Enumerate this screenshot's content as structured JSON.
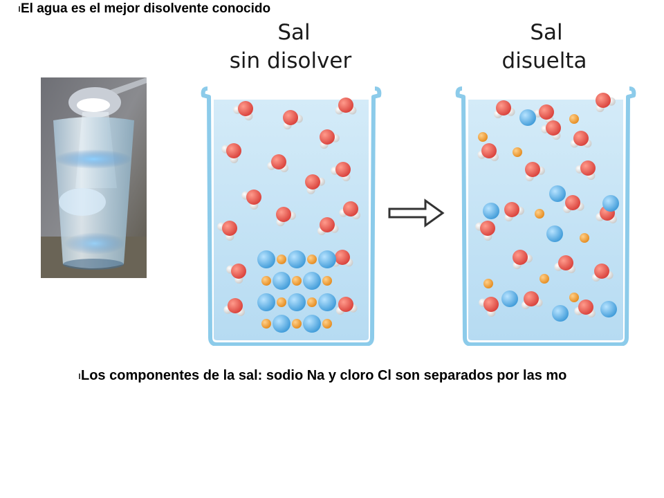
{
  "header": {
    "title": "El agua es el mejor disolvente conocido"
  },
  "diagram": {
    "left_label_line1": "Sal",
    "left_label_line2": "sin disolver",
    "right_label_line1": "Sal",
    "right_label_line2": "disuelta"
  },
  "footer": {
    "caption": "Los componentes de la sal: sodio Na y cloro Cl son separados por las mo"
  },
  "colors": {
    "water_fill": "#bfe0f5",
    "beaker_edge": "#7fc2e6",
    "oxygen": "#e8564c",
    "hydrogen": "#f2f2f2",
    "sodium": "#f2a23a",
    "chlorine": "#66b8ea"
  }
}
